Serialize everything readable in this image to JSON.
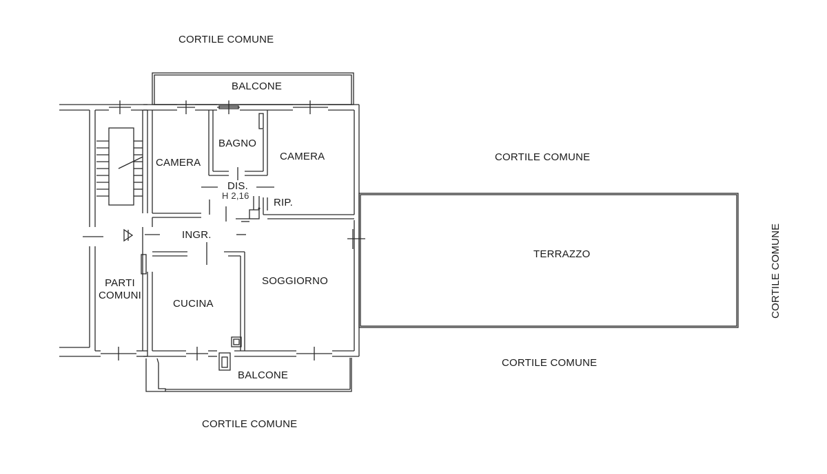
{
  "plan": {
    "labels": {
      "courtyard_top": "CORTILE COMUNE",
      "courtyard_middle": "CORTILE COMUNE",
      "courtyard_lower_right": "CORTILE COMUNE",
      "courtyard_bottom": "CORTILE COMUNE",
      "courtyard_right": "CORTILE COMUNE",
      "balcony_top": "BALCONE",
      "balcony_bottom": "BALCONE",
      "bathroom": "BAGNO",
      "bedroom_left": "CAMERA",
      "bedroom_right": "CAMERA",
      "hallway": "DIS.",
      "hallway_height": "H 2,16",
      "storage": "RIP.",
      "entrance": "INGR.",
      "living_room": "SOGGIORNO",
      "kitchen": "CUCINA",
      "terrace": "TERRAZZO",
      "common_parts_line1": "PARTI",
      "common_parts_line2": "COMUNI"
    },
    "colors": {
      "wall": "#2a2a2a",
      "background": "#ffffff"
    }
  }
}
